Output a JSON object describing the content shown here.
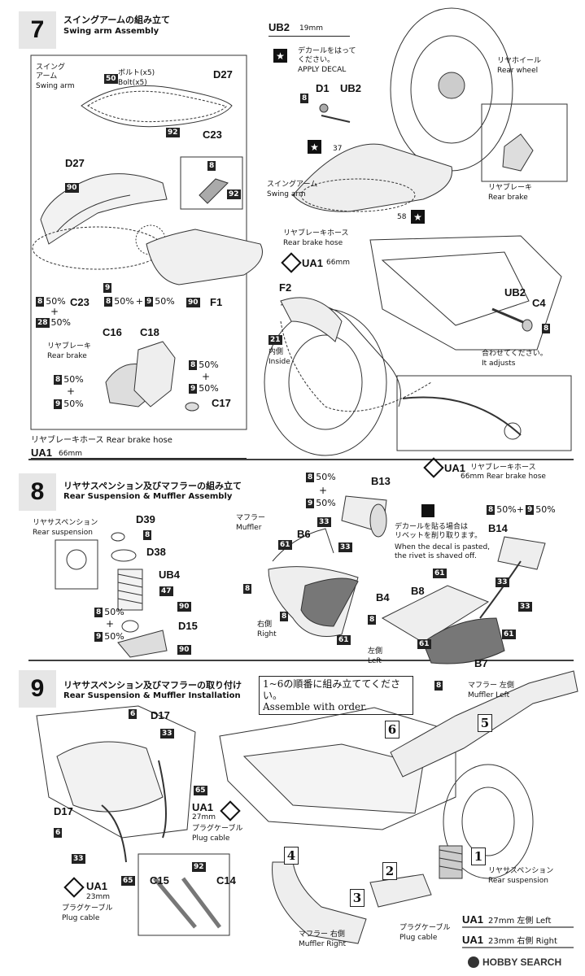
{
  "steps": {
    "s7": {
      "num": "7",
      "title_jp": "スイングアームの組み立て",
      "title_en": "Swing arm Assembly"
    },
    "s8": {
      "num": "8",
      "title_jp": "リヤサスペンション及びマフラーの組み立て",
      "title_en": "Rear Suspension & Muffler Assembly"
    },
    "s9": {
      "num": "9",
      "title_jp": "リヤサスペンション及びマフラーの取り付け",
      "title_en": "Rear Suspension & Muffler Installation"
    }
  },
  "s7": {
    "swingarm_jp": "スイング\nアーム",
    "swingarm_en": "Swing arm",
    "bolt_jp": "ボルト(x5)",
    "bolt_en": "Bolt(x5)",
    "p50": "50",
    "d27a": "D27",
    "p92a": "92",
    "c23a": "C23",
    "d27b": "D27",
    "p90a": "90",
    "p8a": "8",
    "p92b": "92",
    "p9": "9",
    "c23b": "C23",
    "mix1_a": "8",
    "mix1_a_pct": "50%",
    "plus": "+",
    "mix1_b": "28",
    "mix1_b_pct": "50%",
    "mix2": "50%",
    "mix2_plus": "+",
    "mix2_b": "50%",
    "p90b": "90",
    "f1": "F1",
    "rearbrake_jp": "リヤブレーキ",
    "rearbrake_en": "Rear brake",
    "c16": "C16",
    "c18": "C18",
    "mix3_pct_a": "50%",
    "mix3_pct_b": "50%",
    "mix4_pct_a": "50%",
    "mix4_pct_b": "50%",
    "c17": "C17",
    "hose_label": "リヤブレーキホース Rear brake hose",
    "ua1": "UA1",
    "ua1_len": "66mm"
  },
  "s7r": {
    "ub2": "UB2",
    "ub2_len": "19mm",
    "decal_jp": "デカールをはって\nください。",
    "decal_en": "APPLY DECAL",
    "d1": "D1",
    "ub2b": "UB2",
    "p8": "8",
    "p37": "37",
    "rearwheel_jp": "リヤホイール",
    "rearwheel_en": "Rear wheel",
    "swingarm_jp": "スイングアーム",
    "swingarm_en": "Swing arm",
    "p58": "58",
    "rearbrake_jp": "リヤブレーキ",
    "rearbrake_en": "Rear brake",
    "hose_jp": "リヤブレーキホース",
    "hose_en": "Rear brake hose",
    "ua1": "UA1",
    "ua1_len": "66mm",
    "f2": "F2",
    "p21": "21",
    "inside_jp": "内側",
    "inside_en": "Inside",
    "ub2c": "UB2",
    "c4": "C4",
    "p8b": "8",
    "adjust_jp": "合わせてください。",
    "adjust_en": "It adjusts",
    "ua1b": "UA1",
    "ua1b_jp": "リヤブレーキホース",
    "ua1b_en": "66mm Rear brake hose"
  },
  "s8": {
    "rs_jp": "リヤサスペンション",
    "rs_en": "Rear suspension",
    "d39": "D39",
    "p8": "8",
    "d38": "D38",
    "ub4": "UB4",
    "p47": "47",
    "pct_a": "50%",
    "plus": "+",
    "pct_b": "50%",
    "p90a": "90",
    "d15": "D15",
    "p90b": "90",
    "muffler_jp": "マフラー",
    "muffler_en": "Muffler",
    "b13": "B13",
    "b13_pct_a": "50%",
    "b13_plus": "+",
    "b13_pct_b": "50%",
    "p33a": "33",
    "p61a": "61",
    "b6": "B6",
    "p33b": "33",
    "p8b": "8",
    "b4": "B4",
    "p8c": "8",
    "right_jp": "右側",
    "right_en": "Right",
    "p61b": "61",
    "decal_jp": "デカールを貼る場合は\nリベットを削り取ります。",
    "decal_en": "When the decal is pasted,\nthe rivet is shaved off.",
    "b14_pct": "50%+",
    "b14_pct_b": "50%",
    "b14": "B14",
    "p33c": "33",
    "p33d": "33",
    "b8": "B8",
    "p61c": "61",
    "p8d": "8",
    "p61d": "61",
    "left_jp": "左側",
    "left_en": "Left",
    "p61e": "61",
    "b7": "B7",
    "p8e": "8"
  },
  "s9": {
    "order_jp": "1~6の順番に組み立ててください。",
    "order_en": "Assemble with order.",
    "p6a": "6",
    "d17a": "D17",
    "p33a": "33",
    "p65a": "65",
    "ua1a": "UA1",
    "ua1a_len": "27mm",
    "plug_jp": "プラグケーブル",
    "plug_en": "Plug cable",
    "d17b": "D17",
    "p6b": "6",
    "p33b": "33",
    "p65b": "65",
    "ua1b": "UA1",
    "ua1b_len": "23mm",
    "plug2_jp": "プラグケーブル",
    "plug2_en": "Plug cable",
    "c15": "C15",
    "p92": "92",
    "c14": "C14",
    "n1": "1",
    "n2": "2",
    "n3": "3",
    "n4": "4",
    "n5": "5",
    "n6": "6",
    "muffler_left_jp": "マフラー 左側",
    "muffler_left_en": "Muffler Left",
    "rs_jp": "リヤサスペンション",
    "rs_en": "Rear suspension",
    "muffler_right_jp": "マフラー 右側",
    "muffler_right_en": "Muffler Right",
    "plug3_jp": "プラグケーブル",
    "plug3_en": "Plug cable",
    "ua1_left": "UA1",
    "ua1_left_len": "27mm 左側 Left",
    "ua1_right": "UA1",
    "ua1_right_len": "23mm 右側 Right"
  },
  "watermark": "HOBBY SEARCH"
}
